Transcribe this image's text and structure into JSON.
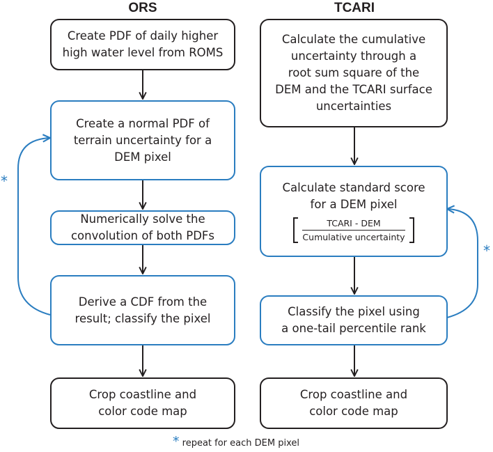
{
  "columns": {
    "left": {
      "title": "ORS"
    },
    "right": {
      "title": "TCARI"
    }
  },
  "ors_steps": [
    {
      "lines": [
        "Create PDF of daily higher",
        "high water level from ROMS"
      ]
    },
    {
      "lines": [
        "Create a normal PDF of",
        "terrain uncertainty for a",
        "DEM pixel"
      ]
    },
    {
      "lines": [
        "Numerically solve the",
        "convolution of both PDFs"
      ]
    },
    {
      "lines": [
        "Derive a CDF from the",
        "result; classify the pixel"
      ]
    },
    {
      "lines": [
        "Crop coastline and",
        "color code map"
      ]
    }
  ],
  "tcari_steps": [
    {
      "lines": [
        "Calculate the cumulative",
        "uncertainty through a",
        "root sum square of the",
        "DEM and the TCARI surface",
        "uncertainties"
      ]
    },
    {
      "lines": [
        "Calculate standard score",
        "for a DEM pixel"
      ]
    },
    {
      "lines": [
        "Classify the pixel using",
        "a one-tail percentile rank"
      ]
    },
    {
      "lines": [
        "Crop coastline and",
        "color code map"
      ]
    }
  ],
  "formula": {
    "numerator": "TCARI - DEM",
    "denominator": "Cumulative uncertainty"
  },
  "loop_marker": "*",
  "footnote": {
    "symbol": "*",
    "text": "repeat for each DEM pixel"
  },
  "colors": {
    "loop_accent": "#2a7dc0",
    "box_border_default": "#231f20",
    "text": "#231f20"
  }
}
